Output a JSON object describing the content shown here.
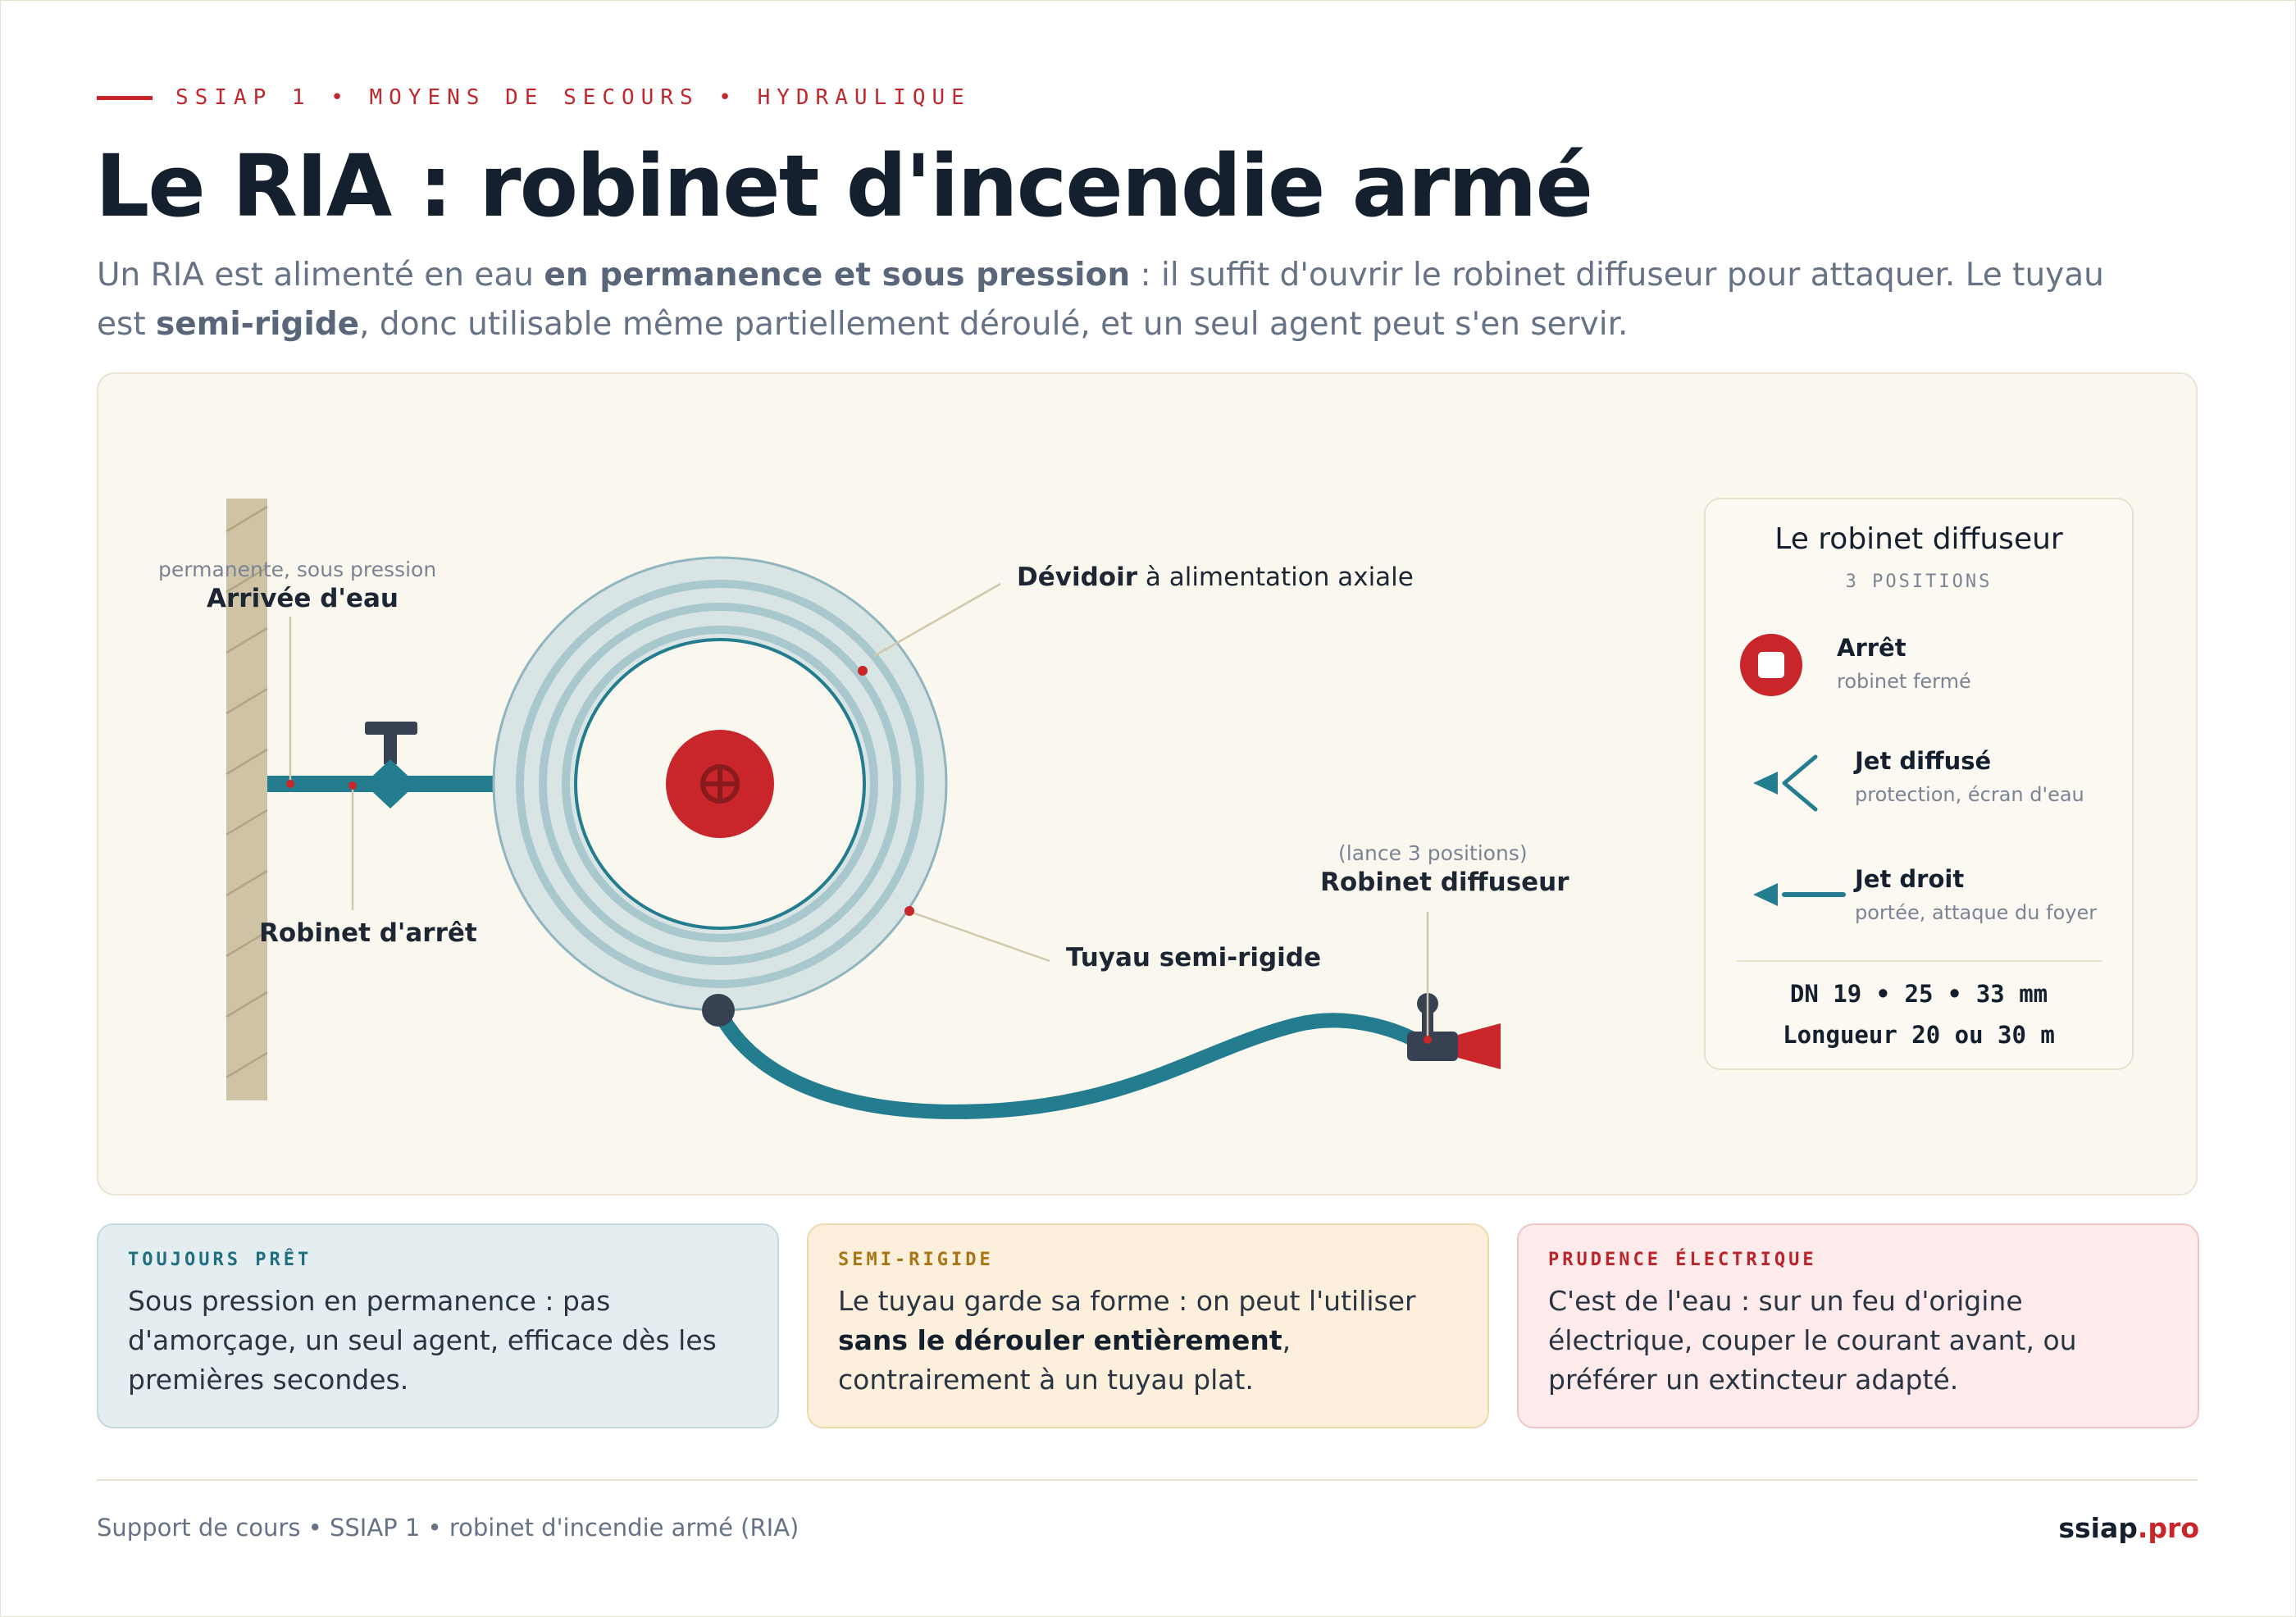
{
  "header": {
    "eyebrow": "SSIAP 1 • MOYENS DE SECOURS • HYDRAULIQUE",
    "title": "Le RIA : robinet d'incendie armé",
    "intro": {
      "t1": "Un RIA est alimenté en eau ",
      "b1": "en permanence et sous pression",
      "t2": " : il suffit d'ouvrir le robinet diffuseur pour attaquer. Le tuyau est ",
      "b2": "semi-rigide",
      "t3": ", donc utilisable même partiellement déroulé, et un seul agent peut s'en servir."
    }
  },
  "diagram": {
    "arrivee": {
      "sub": "permanente, sous pression",
      "label": "Arrivée d'eau"
    },
    "robinet_arret": "Robinet d'arrêt",
    "devidoir": {
      "bold": "Dévidoir",
      "rest": " à alimentation axiale"
    },
    "tuyau": "Tuyau semi-rigide",
    "robinet_diffuseur": {
      "sub": "(lance 3 positions)",
      "label": "Robinet diffuseur"
    }
  },
  "legend": {
    "title": "Le robinet diffuseur",
    "subtitle": "3 POSITIONS",
    "items": [
      {
        "label": "Arrêt",
        "desc": "robinet fermé",
        "icon": "stop-icon"
      },
      {
        "label": "Jet diffusé",
        "desc": "protection, écran d'eau",
        "icon": "diffuse-jet-icon"
      },
      {
        "label": "Jet droit",
        "desc": "portée, attaque du foyer",
        "icon": "straight-jet-icon"
      }
    ],
    "spec_dn": "DN 19 • 25 • 33 mm",
    "spec_length": "Longueur 20 ou 30 m"
  },
  "cards": [
    {
      "kicker": "TOUJOURS PRÊT",
      "text": "Sous pression en permanence : pas d'amorçage, un seul agent, efficace dès les premières secondes."
    },
    {
      "kicker": "SEMI-RIGIDE",
      "t1": "Le tuyau garde sa forme : on peut l'utiliser ",
      "b": "sans le dérouler entièrement",
      "t2": ", contrairement à un tuyau plat."
    },
    {
      "kicker": "PRUDENCE ÉLECTRIQUE",
      "text": "C'est de l'eau : sur un feu d'origine électrique, couper le courant avant, ou préférer un extincteur adapté."
    }
  ],
  "footer": {
    "left": "Support de cours • SSIAP 1 • robinet d'incendie armé (RIA)",
    "brand": "ssiap",
    "brand_accent": ".pro"
  },
  "colors": {
    "accent_red": "#c8262a",
    "teal": "#237d8f",
    "navy": "#14202e",
    "panel_bg": "#faf7ef"
  }
}
